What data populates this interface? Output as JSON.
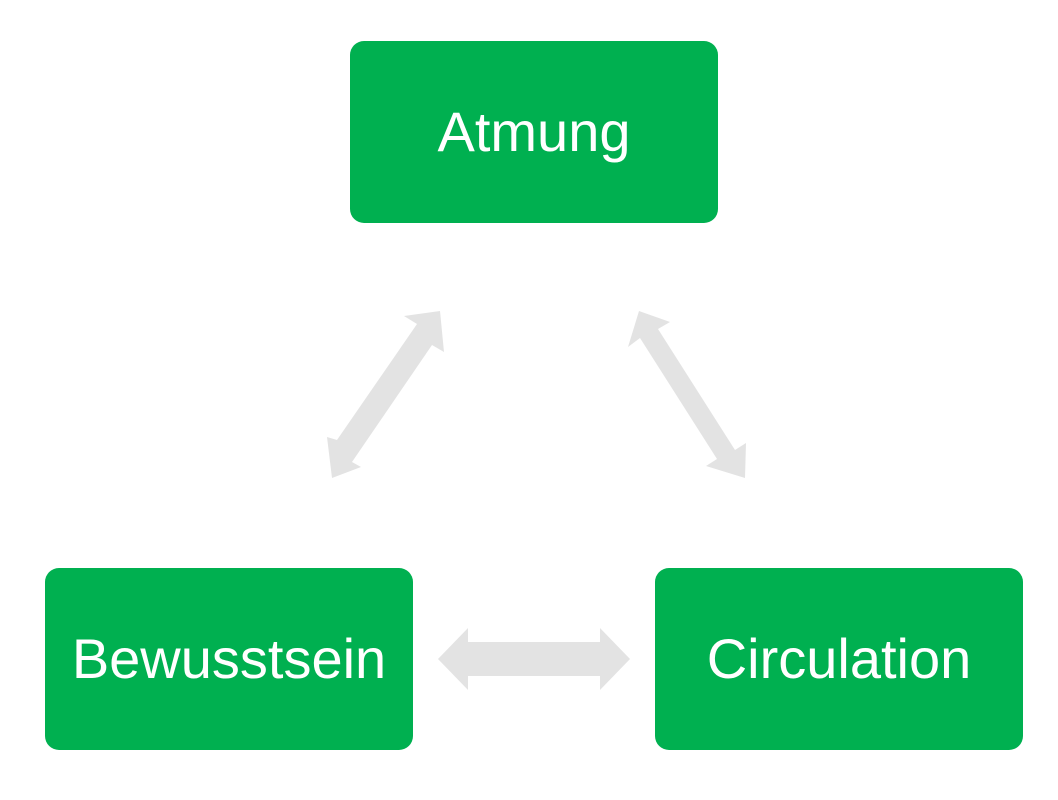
{
  "diagram": {
    "colors": {
      "node_fill": "#00b050",
      "node_text": "#ffffff",
      "arrow_fill": "#e3e3e3"
    },
    "nodes": {
      "top": {
        "label": "Atmung"
      },
      "left": {
        "label": "Bewusstsein"
      },
      "right": {
        "label": "Circulation"
      }
    },
    "arrows": [
      {
        "from": "top",
        "to": "left",
        "type": "bidirectional"
      },
      {
        "from": "top",
        "to": "right",
        "type": "bidirectional"
      },
      {
        "from": "left",
        "to": "right",
        "type": "bidirectional"
      }
    ]
  }
}
